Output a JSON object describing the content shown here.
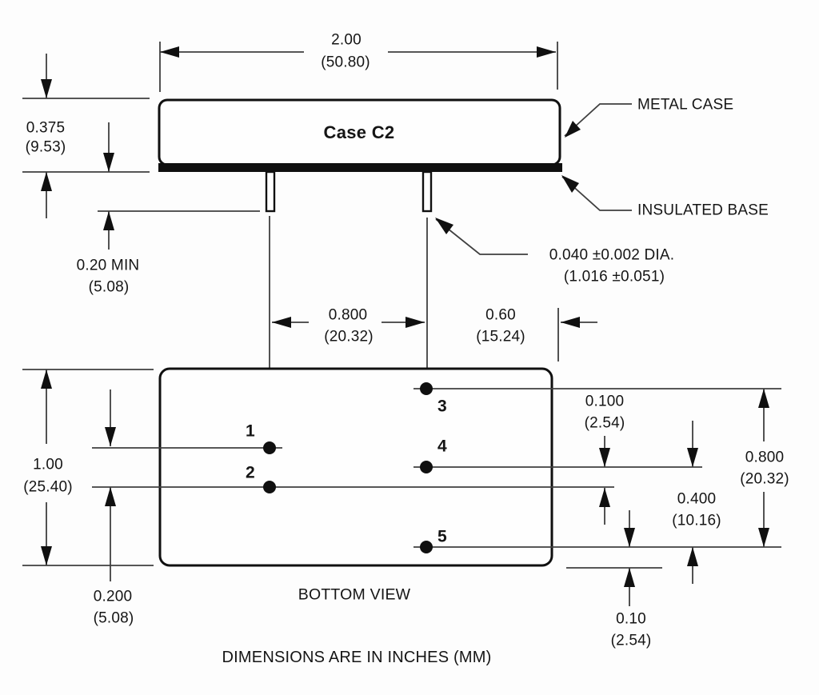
{
  "drawing": {
    "case_label": "Case C2",
    "callouts": {
      "metal_case": "METAL CASE",
      "insulated_base": "INSULATED BASE"
    },
    "bottom_view_label": "BOTTOM VIEW",
    "footnote": "DIMENSIONS ARE IN INCHES (MM)",
    "pins": [
      "1",
      "2",
      "3",
      "4",
      "5"
    ],
    "dimensions": {
      "case_width": {
        "in": "2.00",
        "mm": "(50.80)"
      },
      "case_height": {
        "in": "0.375",
        "mm": "(9.53)"
      },
      "pin_length": {
        "in": "0.20 MIN",
        "mm": "(5.08)"
      },
      "pin_diameter": {
        "in": "0.040 ±0.002 DIA.",
        "mm": "(1.016 ±0.051)"
      },
      "pin_column_spacing": {
        "in": "0.800",
        "mm": "(20.32)"
      },
      "pin_to_edge": {
        "in": "0.60",
        "mm": "(15.24)"
      },
      "body_depth": {
        "in": "1.00",
        "mm": "(25.40)"
      },
      "pin1_to_pin2": {
        "in": "0.200",
        "mm": "(5.08)"
      },
      "pin4_row_offset": {
        "in": "0.100",
        "mm": "(2.54)"
      },
      "pin4_to_pin5": {
        "in": "0.400",
        "mm": "(10.16)"
      },
      "pin3_to_pin5": {
        "in": "0.800",
        "mm": "(20.32)"
      },
      "pin5_to_edge": {
        "in": "0.10",
        "mm": "(2.54)"
      }
    }
  }
}
